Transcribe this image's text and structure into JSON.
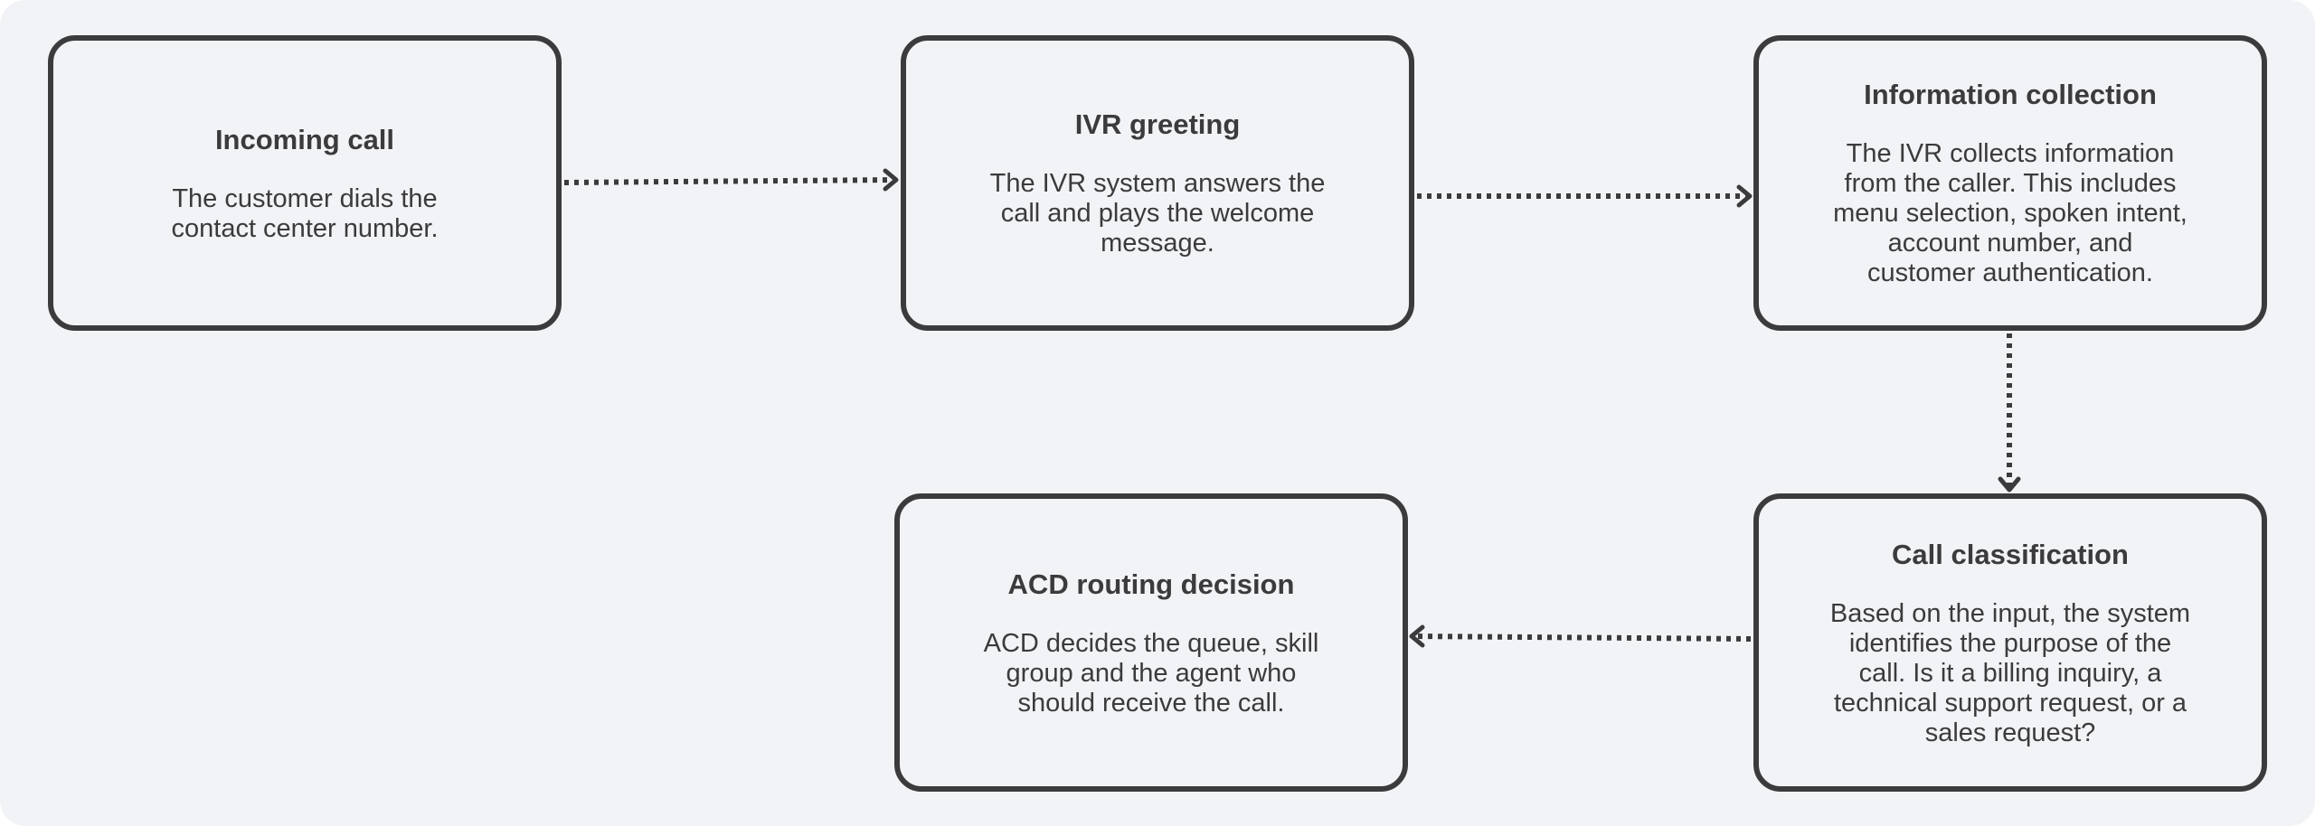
{
  "nodes": {
    "incoming_call": {
      "title": "Incoming call",
      "description": "The customer dials the\ncontact center number."
    },
    "ivr_greeting": {
      "title": "IVR greeting",
      "description": "The IVR system answers the\ncall and plays the welcome\nmessage."
    },
    "information_collection": {
      "title": "Information collection",
      "description": "The IVR collects information\nfrom the caller. This includes\nmenu selection, spoken intent,\naccount number, and\ncustomer authentication."
    },
    "call_classification": {
      "title": "Call classification",
      "description": "Based on the input, the system\nidentifies the purpose of the\ncall. Is it a billing inquiry, a\ntechnical support request, or a\nsales request?"
    },
    "acd_routing_decision": {
      "title": "ACD routing decision",
      "description": "ACD decides the queue, skill\ngroup and the agent who\nshould receive the call."
    }
  },
  "edges": [
    {
      "from": "incoming_call",
      "to": "ivr_greeting",
      "style": "dotted"
    },
    {
      "from": "ivr_greeting",
      "to": "information_collection",
      "style": "dotted"
    },
    {
      "from": "information_collection",
      "to": "call_classification",
      "style": "dotted"
    },
    {
      "from": "call_classification",
      "to": "acd_routing_decision",
      "style": "dotted"
    }
  ],
  "colors": {
    "background": "#f2f3f6",
    "stroke": "#3b3b3d",
    "text": "#3b3b3d"
  }
}
